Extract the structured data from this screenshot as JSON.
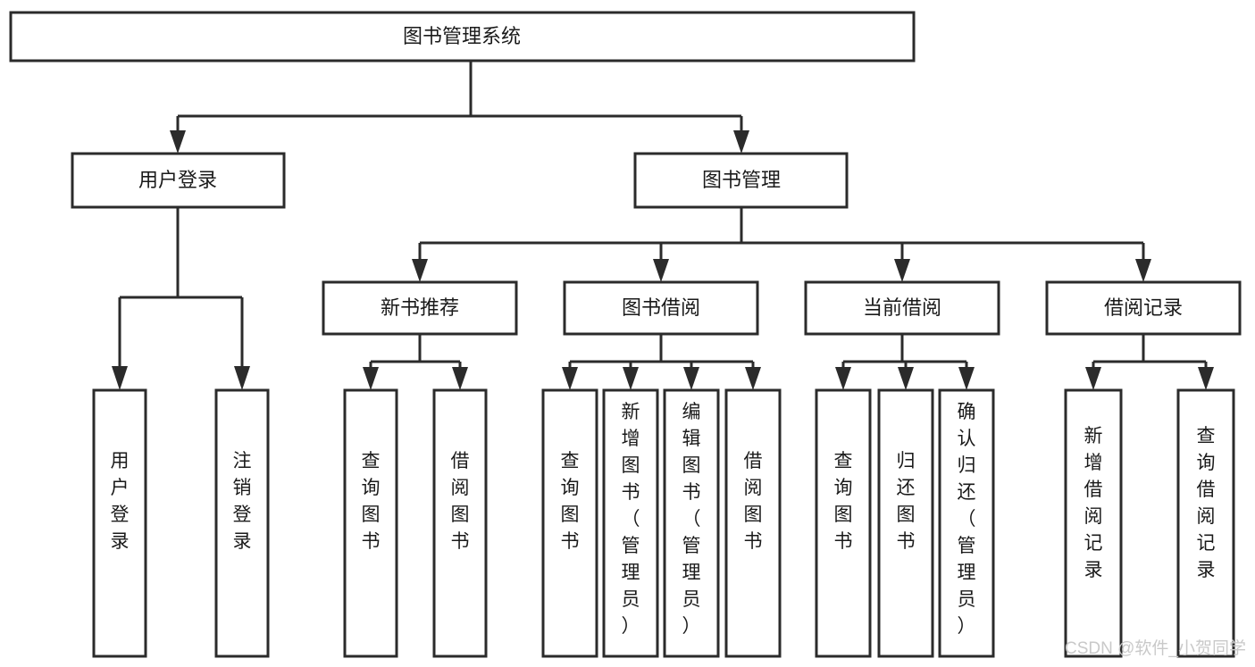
{
  "diagram": {
    "type": "tree",
    "title": "图书管理系统",
    "orientation": "top-down",
    "colors": {
      "box_fill": "#ffffff",
      "box_stroke": "#2b2b2b",
      "text": "#1a1a1a",
      "watermark": "#c9c9c9",
      "background": "#ffffff"
    },
    "root": {
      "label": "图书管理系统",
      "text_direction": "horizontal"
    },
    "level2": [
      {
        "label": "用户登录",
        "text_direction": "horizontal"
      },
      {
        "label": "图书管理",
        "text_direction": "horizontal"
      }
    ],
    "level3": [
      {
        "label": "新书推荐",
        "text_direction": "horizontal"
      },
      {
        "label": "图书借阅",
        "text_direction": "horizontal"
      },
      {
        "label": "当前借阅",
        "text_direction": "horizontal"
      },
      {
        "label": "借阅记录",
        "text_direction": "horizontal"
      }
    ],
    "leaves": {
      "user_login": [
        {
          "label": "用户登录",
          "chars": [
            "用",
            "户",
            "登",
            "录"
          ]
        },
        {
          "label": "注销登录",
          "chars": [
            "注",
            "销",
            "登",
            "录"
          ]
        }
      ],
      "new_book_recommend": [
        {
          "label": "查询图书",
          "chars": [
            "查",
            "询",
            "图",
            "书"
          ]
        },
        {
          "label": "借阅图书",
          "chars": [
            "借",
            "阅",
            "图",
            "书"
          ]
        }
      ],
      "book_borrow": [
        {
          "label": "查询图书",
          "chars": [
            "查",
            "询",
            "图",
            "书"
          ]
        },
        {
          "label": "新增图书（管理员）",
          "chars": [
            "新",
            "增",
            "图",
            "书",
            "（",
            "管",
            "理",
            "员",
            "）"
          ]
        },
        {
          "label": "编辑图书（管理员）",
          "chars": [
            "编",
            "辑",
            "图",
            "书",
            "（",
            "管",
            "理",
            "员",
            "）"
          ]
        },
        {
          "label": "借阅图书",
          "chars": [
            "借",
            "阅",
            "图",
            "书"
          ]
        }
      ],
      "current_borrow": [
        {
          "label": "查询图书",
          "chars": [
            "查",
            "询",
            "图",
            "书"
          ]
        },
        {
          "label": "归还图书",
          "chars": [
            "归",
            "还",
            "图",
            "书"
          ]
        },
        {
          "label": "确认归还（管理员）",
          "chars": [
            "确",
            "认",
            "归",
            "还",
            "（",
            "管",
            "理",
            "员",
            "）"
          ]
        }
      ],
      "borrow_record": [
        {
          "label": "新增借阅记录",
          "chars": [
            "新",
            "增",
            "借",
            "阅",
            "记",
            "录"
          ]
        },
        {
          "label": "查询借阅记录",
          "chars": [
            "查",
            "询",
            "借",
            "阅",
            "记",
            "录"
          ]
        }
      ]
    },
    "watermark": "CSDN @软件_小贺同学"
  }
}
